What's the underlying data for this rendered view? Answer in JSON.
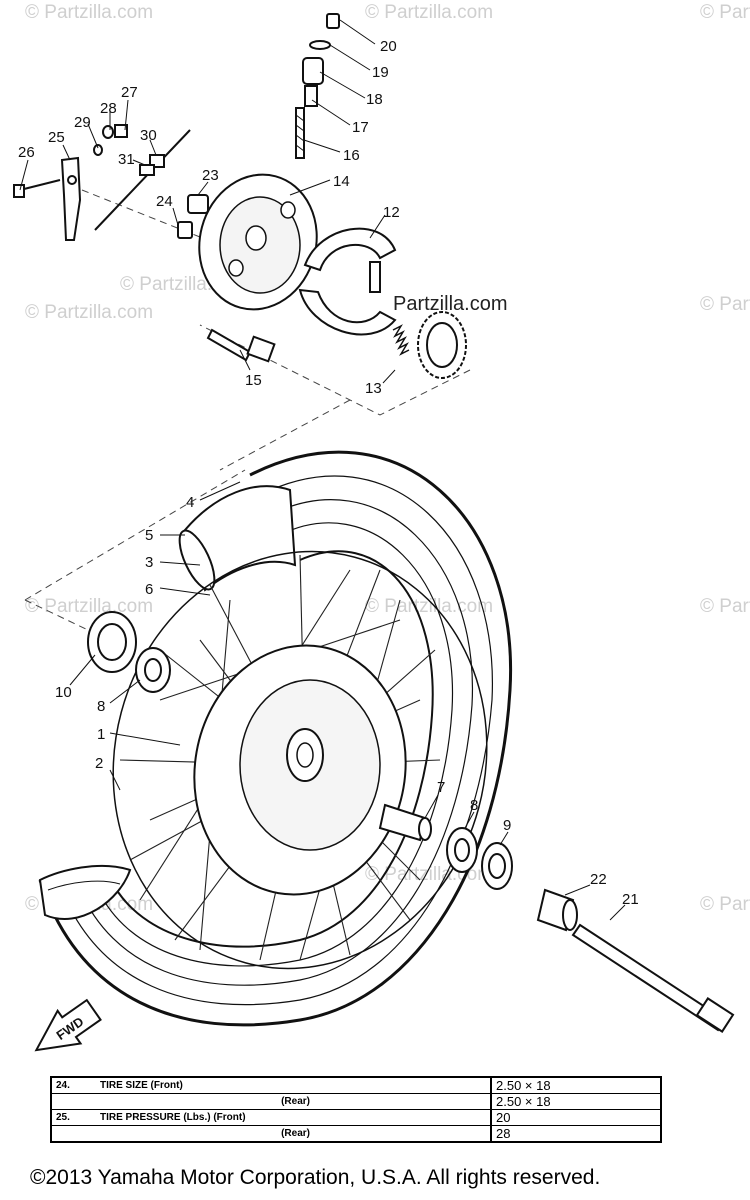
{
  "watermark": {
    "text": "© Partzilla.com",
    "brand": "Partzilla.com"
  },
  "callouts": [
    {
      "id": "20",
      "label": "20"
    },
    {
      "id": "19",
      "label": "19"
    },
    {
      "id": "18",
      "label": "18"
    },
    {
      "id": "17",
      "label": "17"
    },
    {
      "id": "16",
      "label": "16"
    },
    {
      "id": "14",
      "label": "14"
    },
    {
      "id": "12",
      "label": "12"
    },
    {
      "id": "27",
      "label": "27"
    },
    {
      "id": "28",
      "label": "28"
    },
    {
      "id": "29",
      "label": "29"
    },
    {
      "id": "30",
      "label": "30"
    },
    {
      "id": "25",
      "label": "25"
    },
    {
      "id": "26",
      "label": "26"
    },
    {
      "id": "31",
      "label": "31"
    },
    {
      "id": "23",
      "label": "23"
    },
    {
      "id": "24",
      "label": "24"
    },
    {
      "id": "15",
      "label": "15"
    },
    {
      "id": "13",
      "label": "13"
    },
    {
      "id": "4",
      "label": "4"
    },
    {
      "id": "5",
      "label": "5"
    },
    {
      "id": "3",
      "label": "3"
    },
    {
      "id": "6",
      "label": "6"
    },
    {
      "id": "10",
      "label": "10"
    },
    {
      "id": "8a",
      "label": "8"
    },
    {
      "id": "1",
      "label": "1"
    },
    {
      "id": "2",
      "label": "2"
    },
    {
      "id": "7",
      "label": "7"
    },
    {
      "id": "8b",
      "label": "8"
    },
    {
      "id": "9",
      "label": "9"
    },
    {
      "id": "22",
      "label": "22"
    },
    {
      "id": "21",
      "label": "21"
    }
  ],
  "direction_arrow": "FWD",
  "spec_table": {
    "rows": [
      {
        "num": "24.",
        "label": "TIRE SIZE (Front)",
        "value": "2.50 × 18"
      },
      {
        "num": "",
        "label": "(Rear)",
        "value": "2.50 × 18"
      },
      {
        "num": "25.",
        "label": "TIRE PRESSURE (Lbs.) (Front)",
        "value": "20"
      },
      {
        "num": "",
        "label": "(Rear)",
        "value": "28"
      }
    ]
  },
  "copyright": "©2013  Yamaha Motor Corporation, U.S.A. All rights reserved."
}
